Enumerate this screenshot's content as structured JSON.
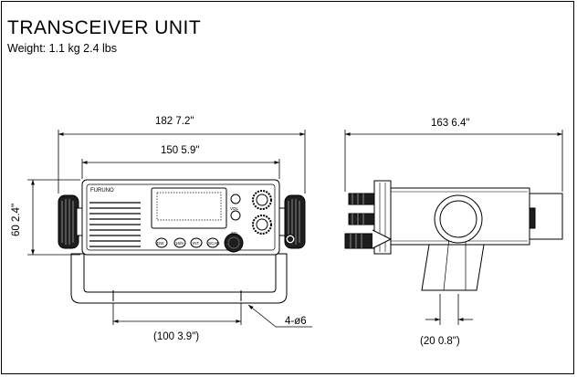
{
  "header": {
    "title": "TRANSCEIVER UNIT",
    "weight": "Weight:  1.1 kg  2.4 lbs"
  },
  "front_view": {
    "width_overall": "182  7.2\"",
    "width_panel": "150  5.9\"",
    "height": "60  2.4\"",
    "mount_spacing": "(100  3.9\")",
    "hole_spec": "4-ø6",
    "brand": "FURUNO",
    "buttons": [
      "DW",
      "16/9",
      "INT",
      "SCAN"
    ],
    "knob_labels": [
      "VOL",
      "SQ"
    ]
  },
  "side_view": {
    "width_overall": "163  6.4\"",
    "bracket_width": "(20  0.8\")"
  }
}
